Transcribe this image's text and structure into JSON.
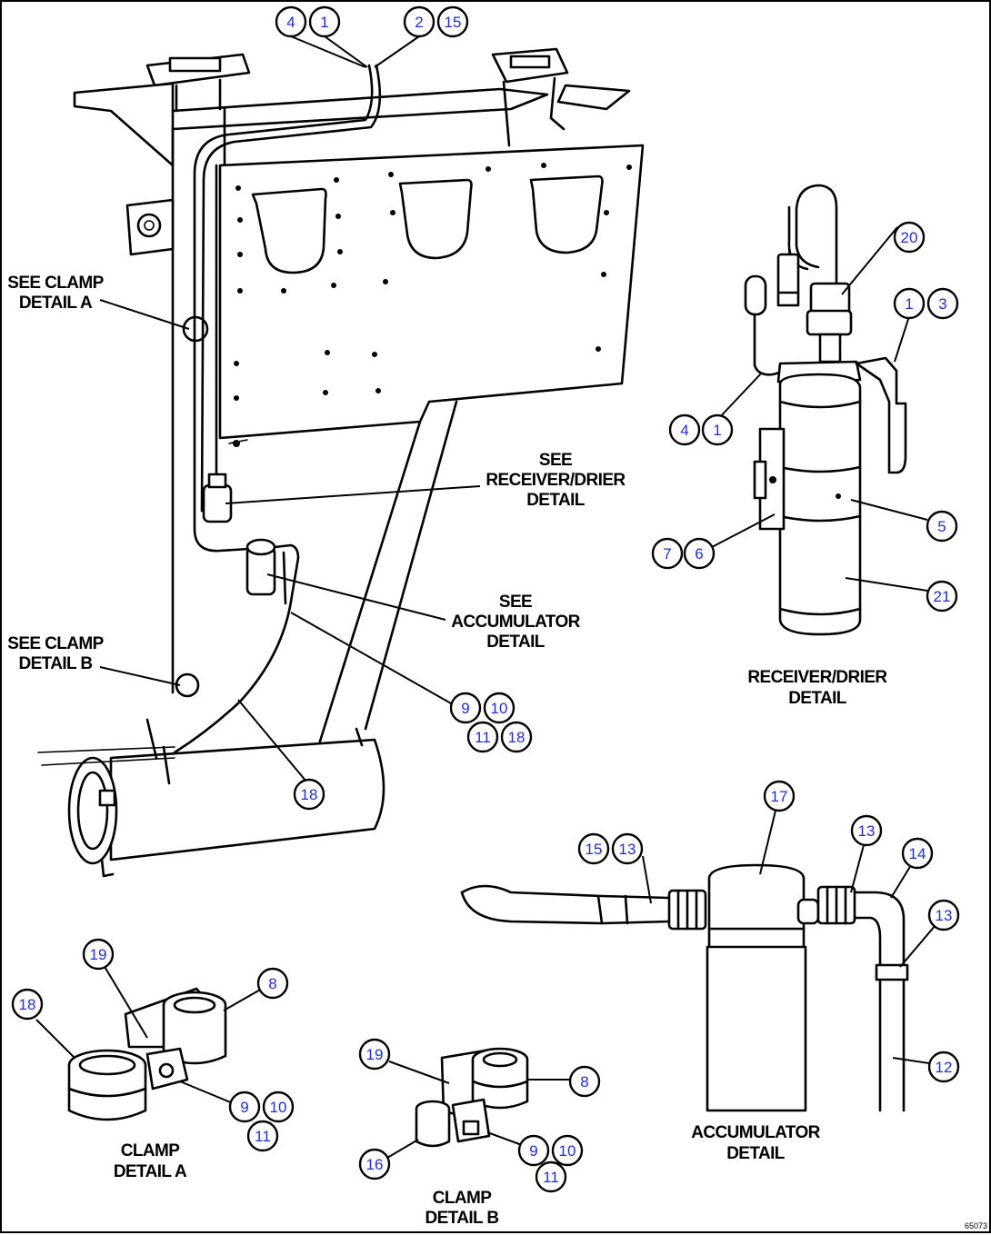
{
  "figure_code": "65073",
  "labels": {
    "see_clamp_a": [
      "SEE CLAMP",
      "DETAIL A"
    ],
    "see_receiver": [
      "SEE",
      "RECEIVER/DRIER",
      "DETAIL"
    ],
    "see_accumulator": [
      "SEE",
      "ACCUMULATOR",
      "DETAIL"
    ],
    "see_clamp_b": [
      "SEE CLAMP",
      "DETAIL B"
    ],
    "receiver_detail": [
      "RECEIVER/DRIER",
      "DETAIL"
    ],
    "accumulator_detail": [
      "ACCUMULATOR",
      "DETAIL"
    ],
    "clamp_a": [
      "CLAMP",
      "DETAIL A"
    ],
    "clamp_b": [
      "CLAMP",
      "DETAIL B"
    ]
  },
  "callouts": {
    "top_4": "4",
    "top_1": "1",
    "top_2": "2",
    "top_15": "15",
    "main_9": "9",
    "main_10": "10",
    "main_11": "11",
    "main_18": "18",
    "main_18b": "18",
    "rd_20": "20",
    "rd_1": "1",
    "rd_3": "3",
    "rd_4": "4",
    "rd_1b": "1",
    "rd_5": "5",
    "rd_7": "7",
    "rd_6": "6",
    "rd_21": "21",
    "acc_17": "17",
    "acc_15": "15",
    "acc_13": "13",
    "acc_13b": "13",
    "acc_14": "14",
    "acc_13c": "13",
    "acc_12": "12",
    "ca_19": "19",
    "ca_8": "8",
    "ca_18": "18",
    "ca_9": "9",
    "ca_10": "10",
    "ca_11": "11",
    "cb_19": "19",
    "cb_8": "8",
    "cb_16": "16",
    "cb_9": "9",
    "cb_10": "10",
    "cb_11": "11"
  }
}
